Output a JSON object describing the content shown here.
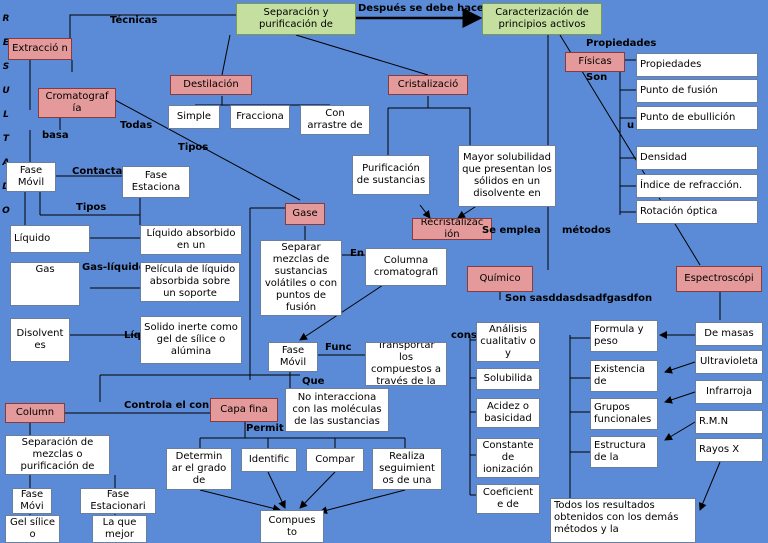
{
  "side_letters": [
    "R",
    "E",
    "S",
    "U",
    "L",
    "T",
    "A",
    "D",
    "O"
  ],
  "top": {
    "main_box": "Separación y purificación de",
    "arrow_label": "Después se debe hacer",
    "right_box": "Caracterización de principios activos",
    "left_label": "Técnicas"
  },
  "extraction": {
    "box": "Extracció n",
    "cromato": "Cromatograf ía",
    "basa": "basa",
    "contacta": "Contacta",
    "fase_movil": "Fase Móvil",
    "fase_estacionaria": "Fase Estaciona",
    "tipos": "Tipos",
    "todas": "Todas",
    "liquido": "Líquido",
    "gas": "Gas",
    "gas_liquido": "Gas-líquido",
    "disolventes": "Disolvent es",
    "liq": "Líq",
    "liq_absorbido": "Líquido absorbido en un",
    "pelicula": "Película de líquido absorbida sobre un soporte",
    "solido": "Solido inerte como gel de sílice o alúmina"
  },
  "destilacion": {
    "box": "Destilación",
    "simple": "Simple",
    "fraccionada": "Fracciona",
    "con_arrastre": "Con arrastre de"
  },
  "cristalizacion": {
    "box": "Cristalizació",
    "purificacion": "Purificación de sustancias",
    "mayor": "Mayor solubilidad que presentan los sólidos en un disolvente en",
    "recristalizacion": "Recristalizac ión",
    "se_emplea": "Se emplea"
  },
  "gases": {
    "box": "Gase",
    "separar": "Separar mezclas de sustancias volátiles o con puntos de fusión",
    "en": "En",
    "columna": "Columna cromatografi",
    "fase_movil": "Fase Móvil",
    "func": "Func",
    "transportar": "Transportar los compuestos a través de la",
    "que": "Que",
    "no_interacciona": "No interacciona con las moléculas de las sustancias"
  },
  "column": {
    "box": "Column",
    "controla": "Controla el con",
    "separacion": "Separación de mezclas o purificación de",
    "fase_movil": "Fase Móvi",
    "fase_estacionaria": "Fase Estacionari",
    "gel": "Gel sílice o",
    "la_que": "La que mejor"
  },
  "capa_fina": {
    "box": "Capa fina",
    "permite": "Permit",
    "determinar": "Determin ar el grado de",
    "identificar": "Identific",
    "comparar": "Compar",
    "realizar": "Realiza seguimient os de una",
    "compuestos": "Compues to"
  },
  "fisicas": {
    "propiedades_label": "Propiedades",
    "box": "Físicas",
    "son": "Son",
    "u": "u",
    "items": [
      "Propiedades",
      "Punto de fusión",
      "Punto de ebullición",
      "Densidad",
      "Índice de refracción.",
      "Rotación óptica"
    ]
  },
  "quimico": {
    "box": "Químico",
    "metodos": "métodos",
    "son_label": "Son sasddasdsadfgasdfon",
    "cons": "cons",
    "items": [
      "Análisis cualitativ o y",
      "Solubilida",
      "Acidez o basicidad",
      "Constante de ionización",
      "Coeficient e de"
    ]
  },
  "espectro": {
    "box": "Espectroscópi",
    "left_items": [
      "Formula y peso",
      "Existencia de",
      "Grupos funcionales",
      "Estructura de la"
    ],
    "right_items": [
      "De masas",
      "Ultravioleta",
      "Infrarroja",
      "R.M.N",
      "Rayos X"
    ],
    "todos": "Todos los resultados obtenidos con los demás métodos y la"
  }
}
